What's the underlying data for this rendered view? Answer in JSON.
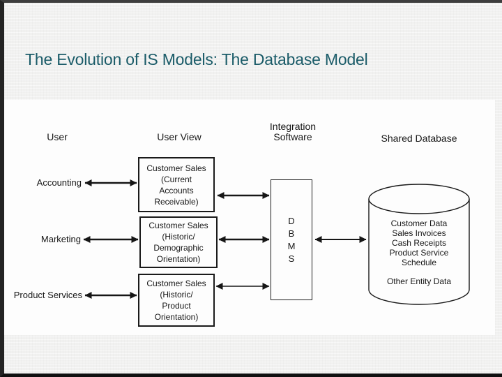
{
  "slide": {
    "title": "The Evolution of IS Models: The Database Model",
    "accent_color": "#1a5b68",
    "diagram_ink_color": "#161616"
  },
  "diagram": {
    "column_headers": {
      "user": "User",
      "user_view": "User View",
      "integration_software": "Integration\nSoftware",
      "shared_database": "Shared Database"
    },
    "users": [
      "Accounting",
      "Marketing",
      "Product Services"
    ],
    "user_views": [
      "Customer Sales\n(Current\nAccounts\nReceivable)",
      "Customer Sales\n(Historic/\nDemographic\nOrientation)",
      "Customer Sales\n(Historic/\nProduct\nOrientation)"
    ],
    "dbms": "D\nB\nM\nS",
    "shared_database": {
      "contents": "Customer Data\nSales Invoices\nCash Receipts\nProduct Service\nSchedule",
      "other": "Other Entity Data"
    }
  }
}
